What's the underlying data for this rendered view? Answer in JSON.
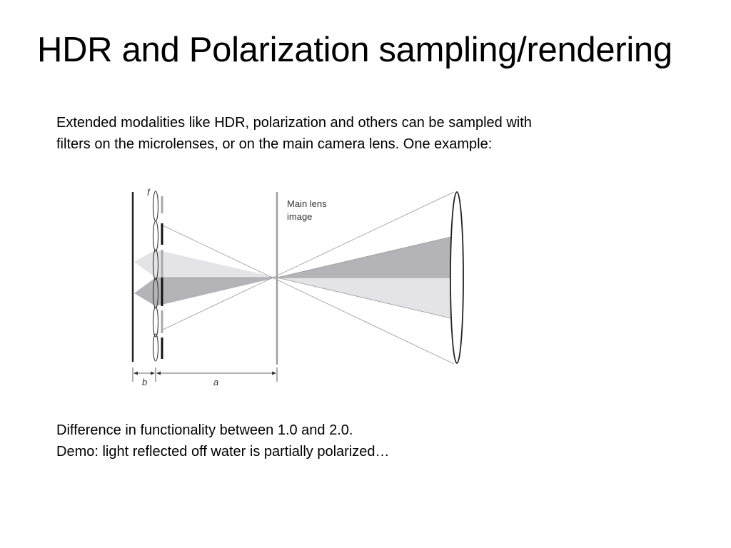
{
  "slide": {
    "title": "HDR and Polarization sampling/rendering",
    "intro_lines": [
      "Extended modalities like HDR, polarization and others can be sampled with",
      "filters on the microlenses, or on the main camera lens. One example:"
    ],
    "footer_lines": [
      "Difference in functionality between 1.0 and 2.0.",
      "Demo: light reflected off water is partially polarized…"
    ]
  },
  "diagram": {
    "focal_label": "f",
    "main_lens_image_label_line1": "Main lens",
    "main_lens_image_label_line2": "image",
    "dimension_b": "b",
    "dimension_a": "a",
    "colors": {
      "line": "#333333",
      "light_gray_beam": "#e4e4e6",
      "dark_gray_beam": "#b4b4b8",
      "ray": "#9a9a9a",
      "plane": "#a0a0a0"
    }
  }
}
